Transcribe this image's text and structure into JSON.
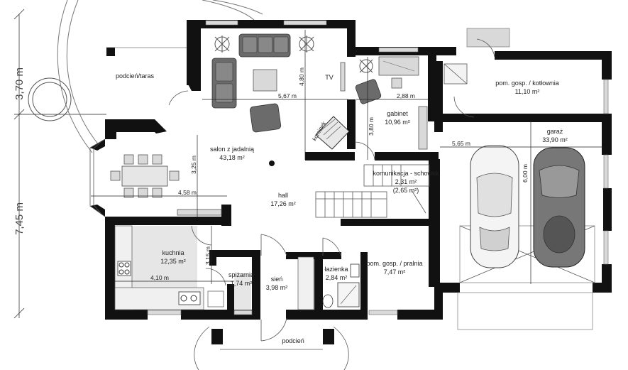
{
  "overall_dims": {
    "top": "3,70 m",
    "bottom": "7,45 m"
  },
  "rooms": {
    "terrace": {
      "name": "podcień/taras"
    },
    "living": {
      "name": "salon z jadalnią",
      "area": "43,18 m²"
    },
    "hall": {
      "name": "hall",
      "area": "17,26 m²"
    },
    "office": {
      "name": "gabinet",
      "area": "10,96 m²"
    },
    "boiler": {
      "name": "pom. gosp. / kotłownia",
      "area": "11,10 m²"
    },
    "garage": {
      "name": "garaż",
      "area": "33,90 m²"
    },
    "communication": {
      "name": "komunikacja - schowek",
      "area": "2,31 m²",
      "area_alt": "(2,65 m²)"
    },
    "kitchen": {
      "name": "kuchnia",
      "area": "12,35 m²"
    },
    "pantry": {
      "name": "spiżarnia",
      "area": "1,74 m²"
    },
    "vestibule": {
      "name": "sień",
      "area": "3,98 m²"
    },
    "bathroom": {
      "name": "łazienka",
      "area": "2,84 m²"
    },
    "laundry": {
      "name": "pom. gosp. / pralnia",
      "area": "7,47 m²"
    },
    "porch": {
      "name": "podcień"
    }
  },
  "labels": {
    "tv": "TV",
    "fireplace": "kominek"
  },
  "dims": {
    "living_width": "5,67 m",
    "living_height": "4,80 m",
    "office_width": "2,88 m",
    "office_height": "3,80 m",
    "dining_height": "3,25 m",
    "dining_width": "4,58 m",
    "garage_width": "5,65 m",
    "garage_height": "6,00 m",
    "kitchen_height": "3,15 m",
    "kitchen_width": "4,10 m"
  }
}
